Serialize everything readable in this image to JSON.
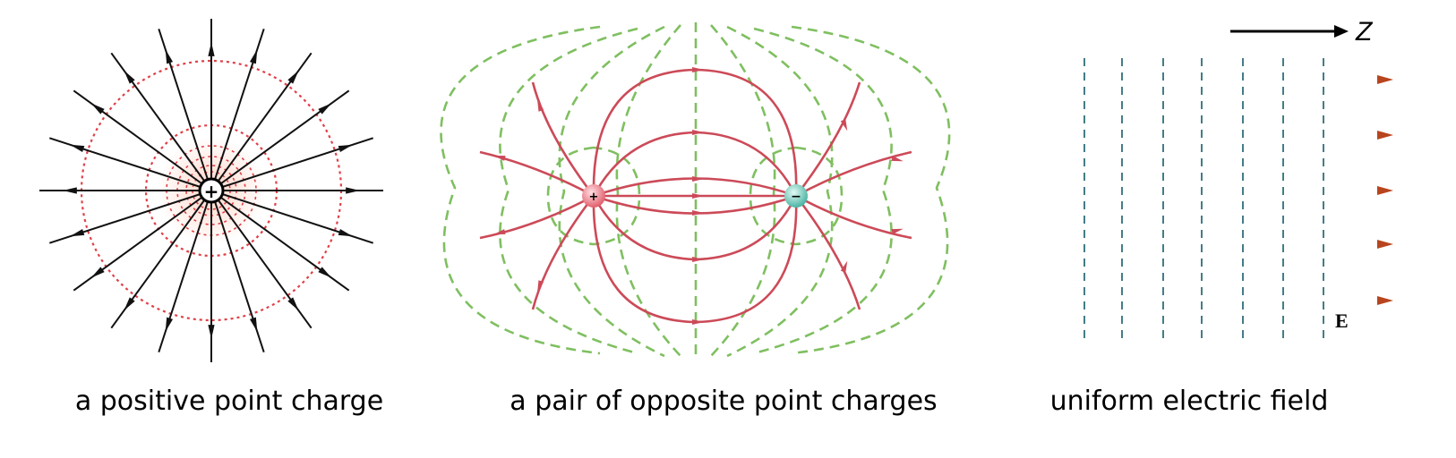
{
  "panels": {
    "point_charge": {
      "caption": "a positive point charge",
      "charge_symbol": "+"
    },
    "dipole": {
      "caption": "a pair of opposite point charges",
      "positive_symbol": "+",
      "negative_symbol": "−"
    },
    "uniform": {
      "caption": "uniform electric field",
      "axis_label": "Z",
      "field_label": "E"
    }
  },
  "colors": {
    "field_line_black": "#111111",
    "equipotential_red": "#e04048",
    "dipole_field_line": "#cc4a58",
    "dipole_equipotential": "#7fbf60",
    "uniform_arrow": "#b8451e",
    "uniform_equipotential": "#2f6f7a"
  }
}
